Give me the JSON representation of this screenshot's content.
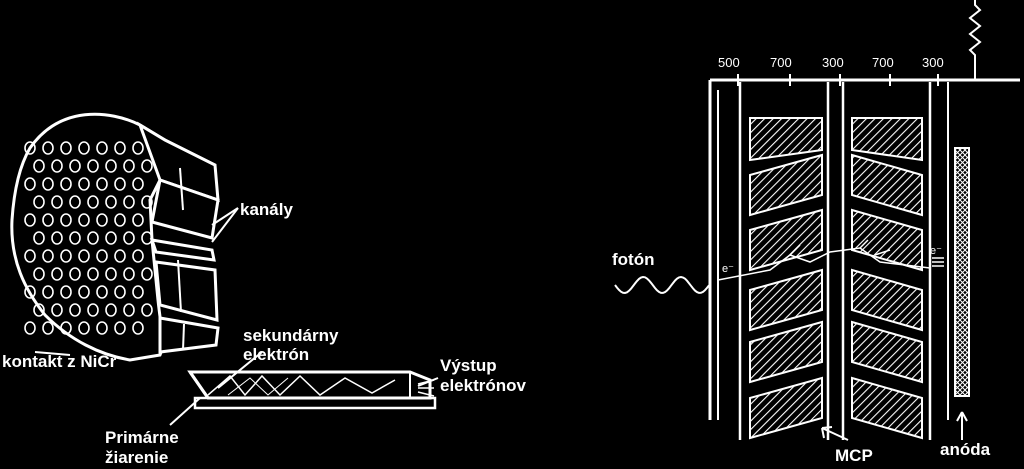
{
  "left_figure": {
    "channels_label": "kanály",
    "nicr_contact_label": "kontakt z NiCr",
    "secondary_electron_label_line1": "sekundárny",
    "secondary_electron_label_line2": "elektrón",
    "electron_output_label_line1": "Výstup",
    "electron_output_label_line2": "elektrónov",
    "primary_radiation_label_line1": "Primárne",
    "primary_radiation_label_line2": "žiarenie"
  },
  "right_figure": {
    "voltages": [
      "500",
      "700",
      "300",
      "700",
      "300"
    ],
    "photon_label": "fotón",
    "electron_symbol": "e⁻",
    "mcp_label": "MCP",
    "anode_label": "anóda"
  },
  "colors": {
    "background": "#000000",
    "foreground": "#ffffff"
  }
}
